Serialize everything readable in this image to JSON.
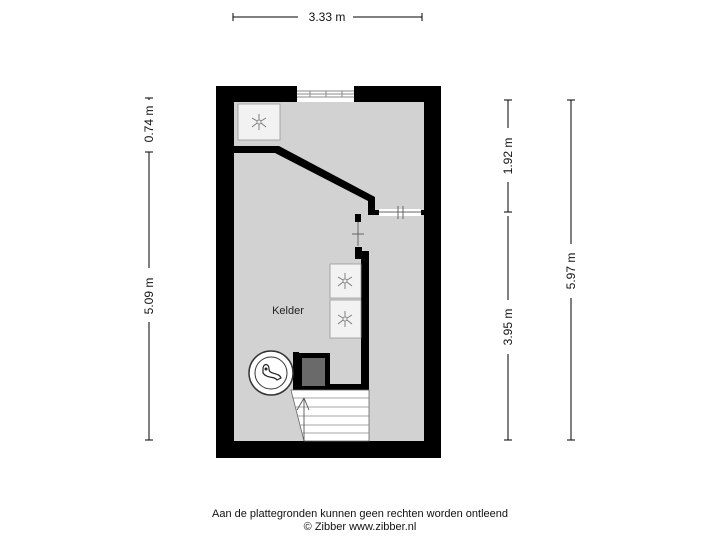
{
  "dimensions": {
    "top_width": "3.33 m",
    "left_upper": "0.74 m",
    "left_lower": "5.09 m",
    "right_inner_upper": "1.92 m",
    "right_inner_lower": "3.95 m",
    "right_outer": "5.97 m"
  },
  "rooms": {
    "kelder": "Kelder"
  },
  "footer": {
    "disclaimer": "Aan de plattegronden kunnen geen rechten worden ontleend",
    "copyright": "© Zibber www.zibber.nl"
  },
  "icons": [
    "fan-icon",
    "boiler-icon",
    "meter-cabinet-icon",
    "stairs-icon",
    "window-icon",
    "door-icon"
  ],
  "colors": {
    "wall": "#000000",
    "floor": "#d2d2d2",
    "fixture": "#f2f2f2",
    "dim_line": "#000000"
  }
}
